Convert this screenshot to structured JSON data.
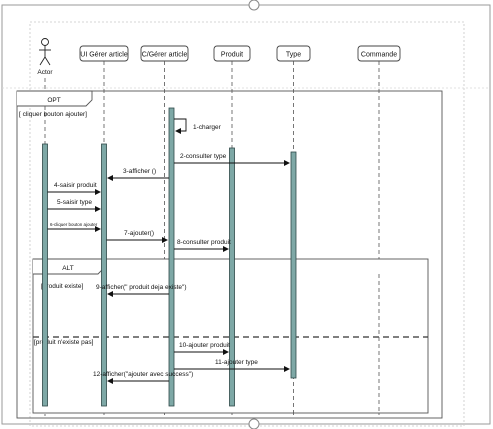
{
  "actor": {
    "label": "Actor"
  },
  "participants": [
    {
      "id": "ui",
      "label": "UI Gérer article"
    },
    {
      "id": "c",
      "label": "C/Gérer article"
    },
    {
      "id": "produit",
      "label": "Produit"
    },
    {
      "id": "type",
      "label": "Type"
    },
    {
      "id": "commande",
      "label": "Commande"
    }
  ],
  "fragments": {
    "opt": {
      "operator": "OPT",
      "guard": "[ cliquer bouton ajouter]"
    },
    "alt": {
      "operator": "ALT",
      "guard1": "[produit existe]",
      "guard2": "[produit n'existe pas]"
    }
  },
  "messages": [
    {
      "label": "1-charger"
    },
    {
      "label": "2-consulter type"
    },
    {
      "label": "3-afficher ()"
    },
    {
      "label": "4-saisir produit"
    },
    {
      "label": "5-saisir type"
    },
    {
      "label": "6-cliquer bouton ajouter"
    },
    {
      "label": "7-ajouter()"
    },
    {
      "label": "8-consulter produit"
    },
    {
      "label": "9-afficher(\" produit deja existe\")"
    },
    {
      "label": "10-ajouter produit"
    },
    {
      "label": "11-ajouter type"
    },
    {
      "label": "12-afficher(\"ajouter avec success\")"
    }
  ]
}
